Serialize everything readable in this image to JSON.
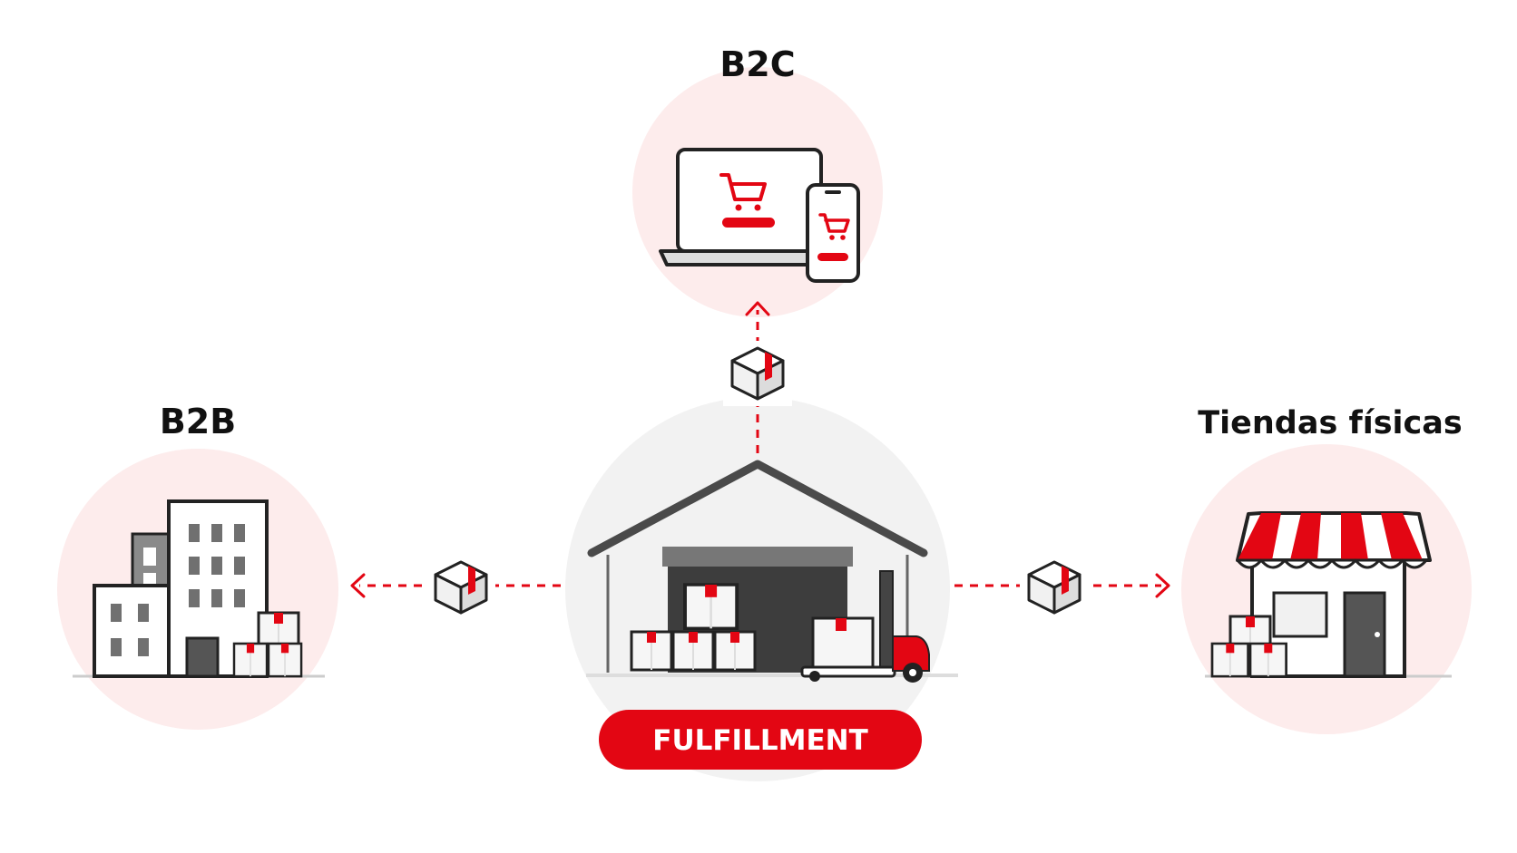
{
  "nodes": {
    "b2c": {
      "label": "B2C"
    },
    "b2b": {
      "label": "B2B"
    },
    "stores": {
      "label": "Tiendas físicas"
    },
    "center": {
      "label": "FULFILLMENT"
    }
  },
  "colors": {
    "accent": "#e30613",
    "circle_bg": "#fdecec",
    "warehouse_bg": "#f2f2f2",
    "outline": "#222222",
    "gray": "#555555"
  },
  "icons": {
    "b2c": "laptop-and-phone-shopping-cart-icon",
    "b2b": "office-buildings-icon",
    "stores": "storefront-awning-icon",
    "center": "warehouse-forklift-icon",
    "package": "cardboard-box-icon"
  }
}
